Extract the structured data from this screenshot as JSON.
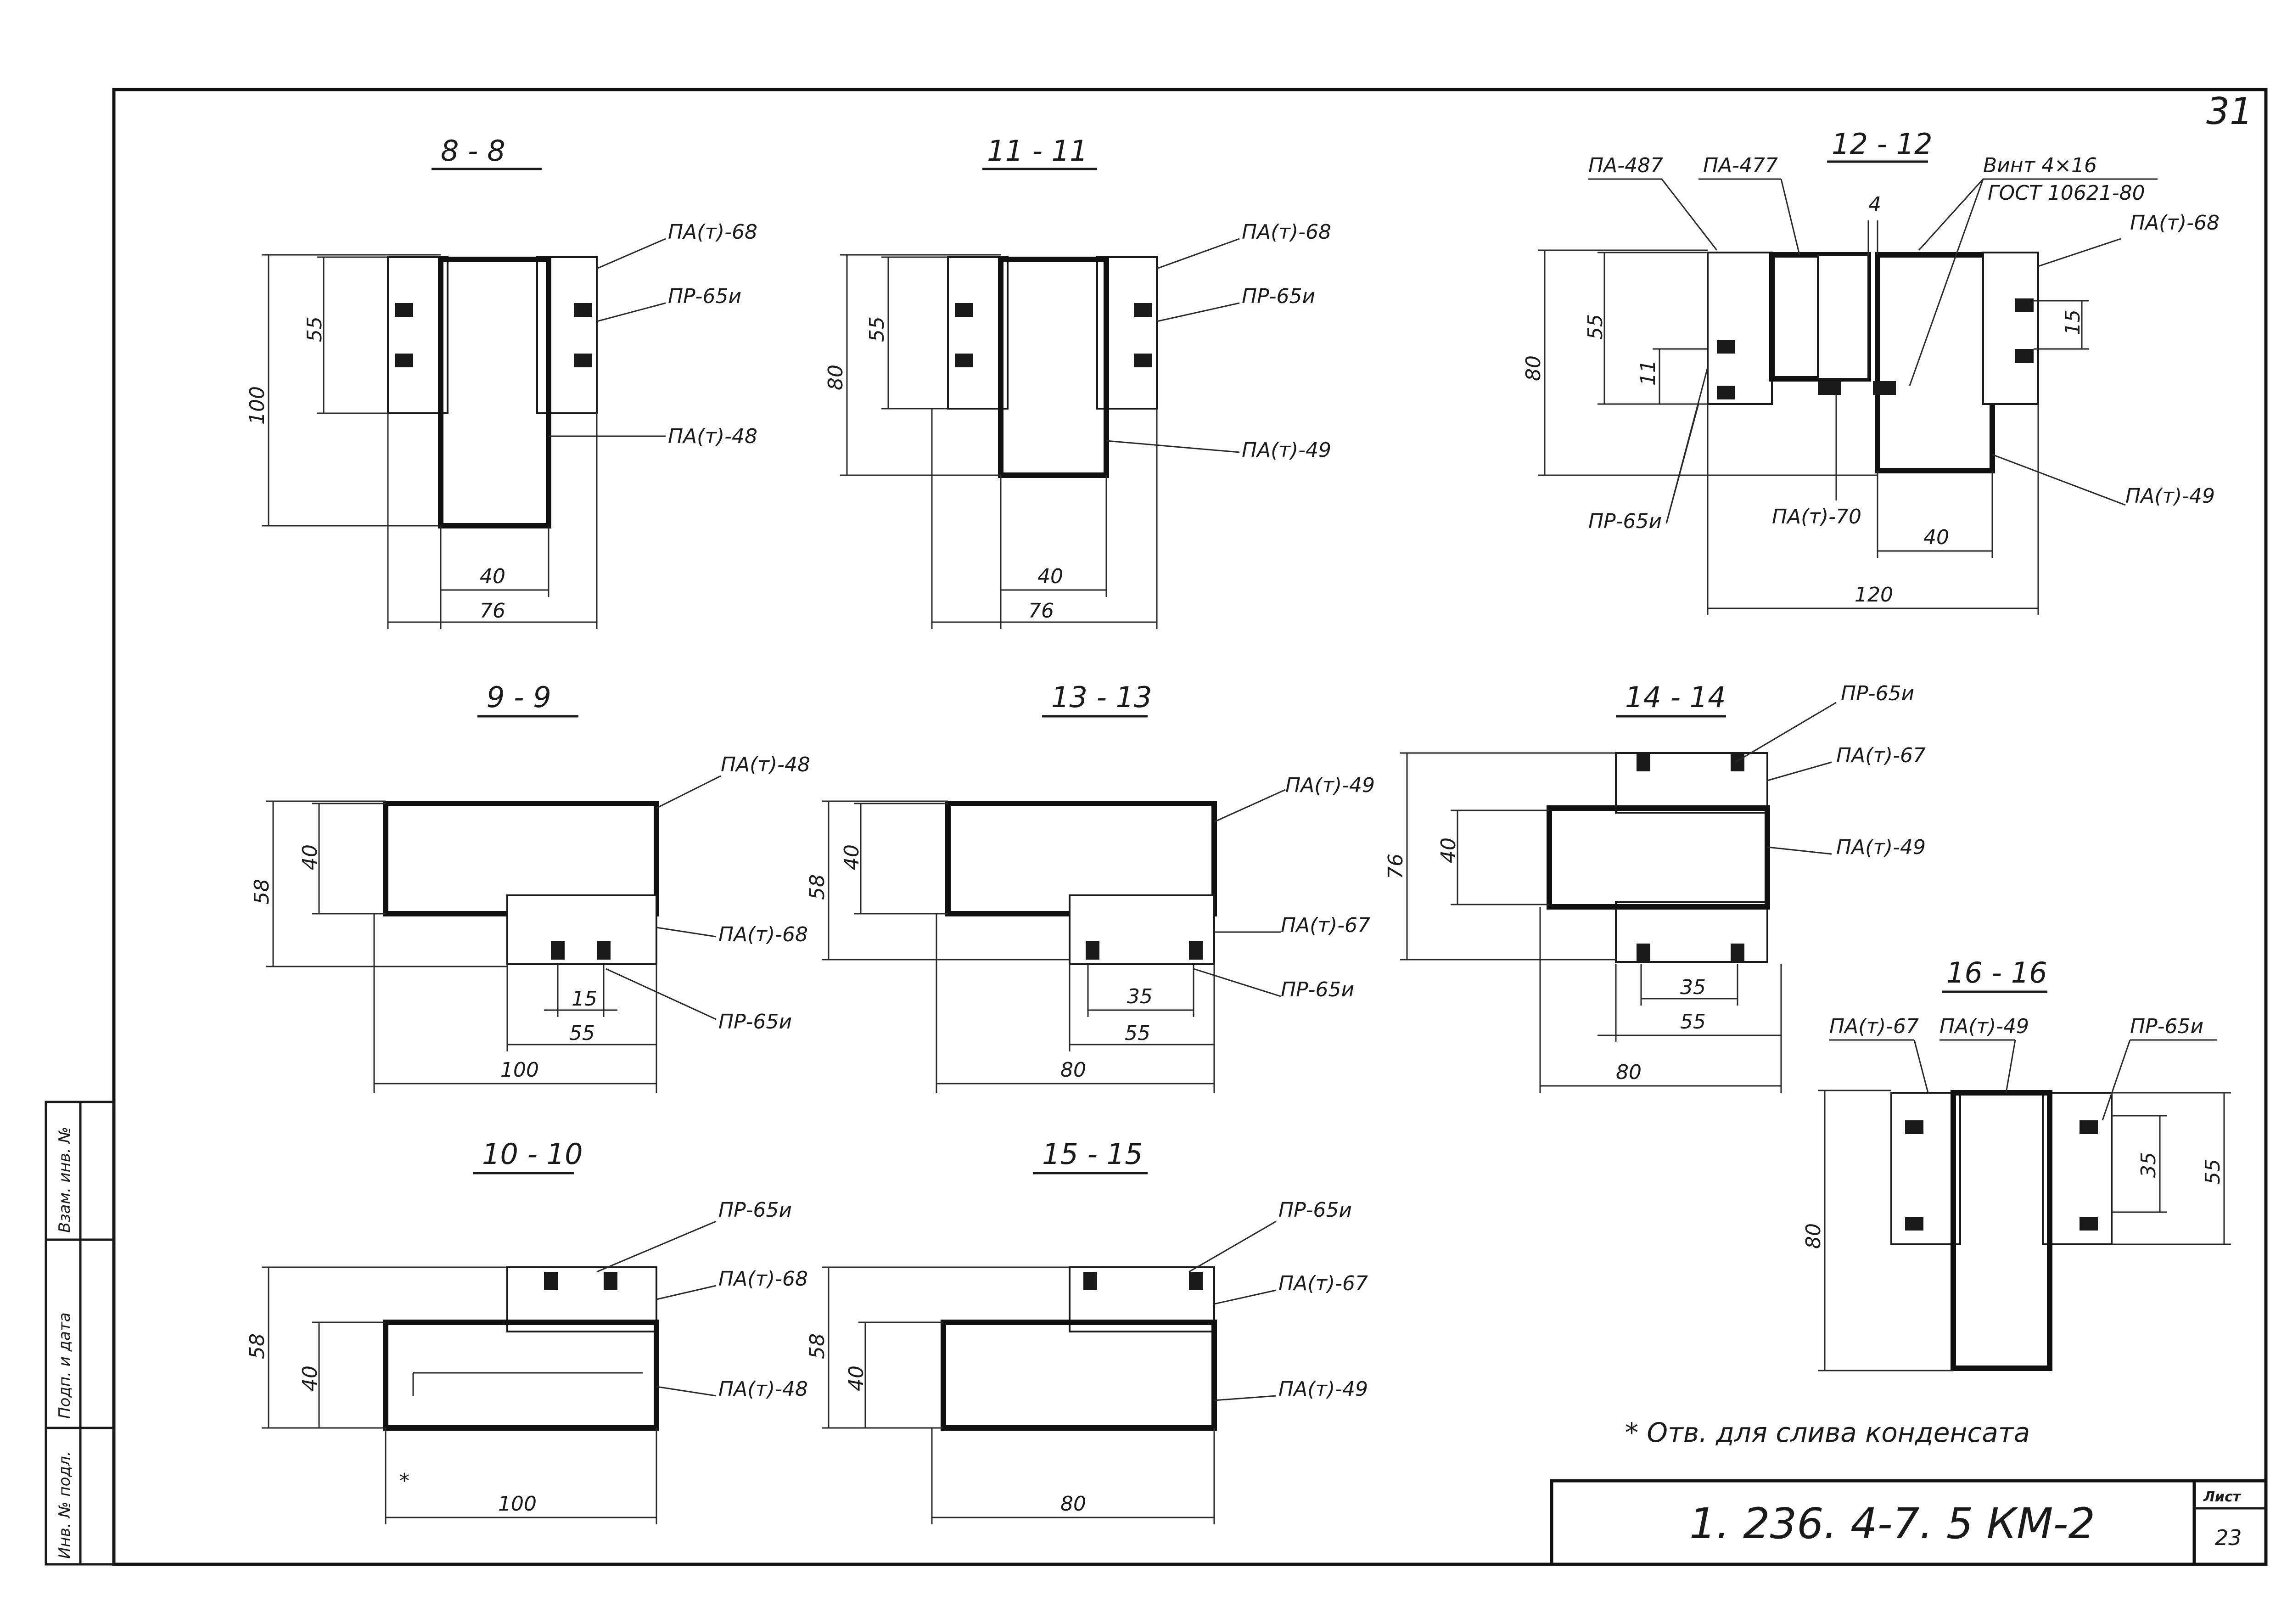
{
  "page_number": "31",
  "sheet_label": "Лист",
  "sheet_number": "23",
  "document_code": "1. 236. 4-7. 5 КМ-2",
  "note": "* Отв. для слива конденсата",
  "side_stamp": [
    "Инв. № подл.",
    "Подп. и дата",
    "Взам. инв. №"
  ],
  "sections": {
    "s8": {
      "title": "8 - 8",
      "labels": [
        "ПА(т)-68",
        "ПР-65и",
        "ПА(т)-48"
      ],
      "dims": [
        "55",
        "100",
        "40",
        "76"
      ]
    },
    "s11": {
      "title": "11 - 11",
      "labels": [
        "ПА(т)-68",
        "ПР-65и",
        "ПА(т)-49"
      ],
      "dims": [
        "55",
        "80",
        "40",
        "76"
      ]
    },
    "s12": {
      "title": "12 - 12",
      "labels": [
        "ПА-487",
        "ПА-477",
        "Винт 4×16",
        "ГОСТ 10621-80",
        "ПА(т)-68",
        "ПР-65и",
        "ПА(т)-70",
        "ПА(т)-49"
      ],
      "dims": [
        "4",
        "55",
        "80",
        "11",
        "15",
        "40",
        "120"
      ]
    },
    "s9": {
      "title": "9 - 9",
      "labels": [
        "ПА(т)-48",
        "ПА(т)-68",
        "ПР-65и"
      ],
      "dims": [
        "40",
        "58",
        "15",
        "55",
        "100"
      ]
    },
    "s13": {
      "title": "13 - 13",
      "labels": [
        "ПА(т)-49",
        "ПА(т)-67",
        "ПР-65и"
      ],
      "dims": [
        "40",
        "58",
        "35",
        "55",
        "80"
      ]
    },
    "s14": {
      "title": "14 - 14",
      "labels": [
        "ПР-65и",
        "ПА(т)-67",
        "ПА(т)-49"
      ],
      "dims": [
        "40",
        "76",
        "35",
        "55",
        "80"
      ]
    },
    "s16": {
      "title": "16 - 16",
      "labels": [
        "ПА(т)-67",
        "ПА(т)-49",
        "ПР-65и"
      ],
      "dims": [
        "35",
        "55",
        "80"
      ]
    },
    "s10": {
      "title": "10 - 10",
      "labels": [
        "ПР-65и",
        "ПА(т)-68",
        "ПА(т)-48"
      ],
      "dims": [
        "58",
        "40",
        "100",
        "*"
      ]
    },
    "s15": {
      "title": "15 - 15",
      "labels": [
        "ПР-65и",
        "ПА(т)-67",
        "ПА(т)-49"
      ],
      "dims": [
        "58",
        "40",
        "80"
      ]
    }
  }
}
